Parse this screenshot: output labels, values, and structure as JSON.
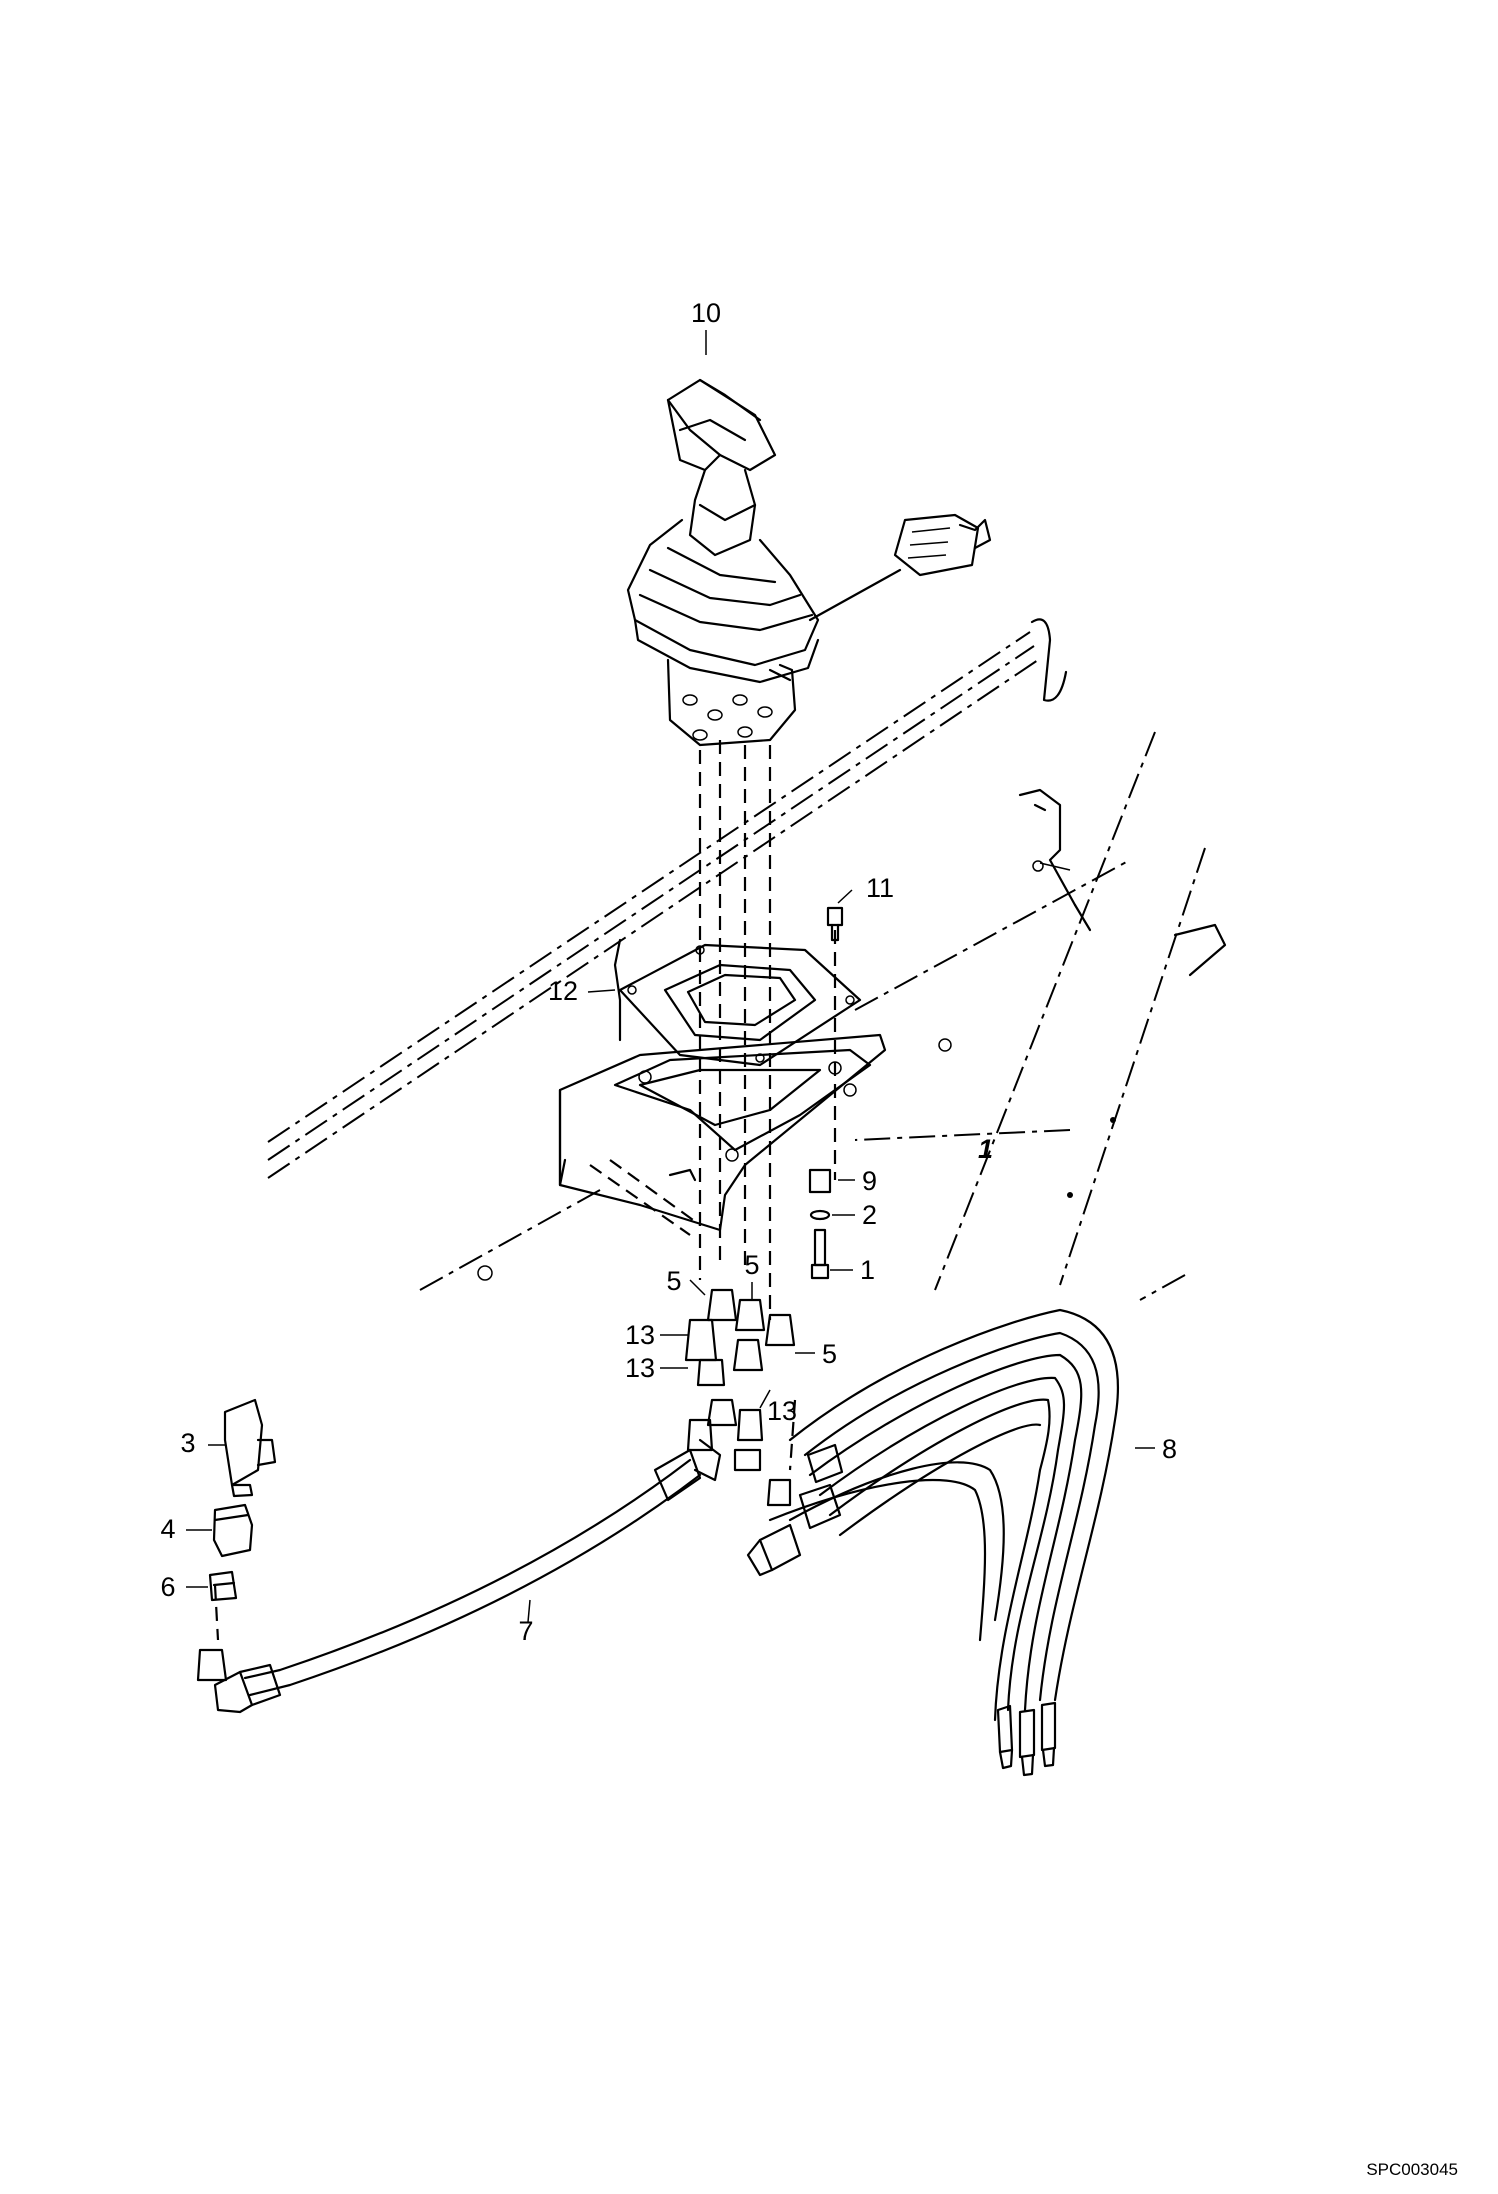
{
  "diagram": {
    "drawing_number": "SPC003045",
    "callouts": [
      "1",
      "2",
      "3",
      "4",
      "5",
      "5",
      "5",
      "6",
      "7",
      "8",
      "9",
      "10",
      "11",
      "12",
      "13",
      "13",
      "13"
    ],
    "section_mark": "1"
  }
}
